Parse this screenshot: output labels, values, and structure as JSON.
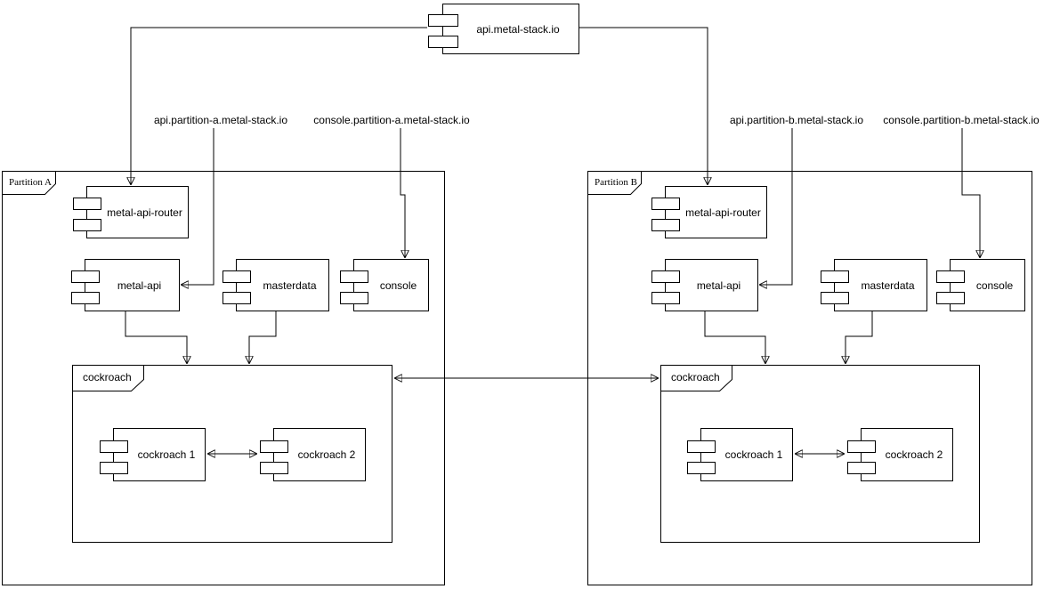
{
  "root_component": {
    "label": "api.metal-stack.io"
  },
  "dns_labels": {
    "api_a": "api.partition-a.metal-stack.io",
    "console_a": "console.partition-a.metal-stack.io",
    "api_b": "api.partition-b.metal-stack.io",
    "console_b": "console.partition-b.metal-stack.io"
  },
  "partitions": {
    "a": {
      "label": "Partition A",
      "router": "metal-api-router",
      "api": "metal-api",
      "masterdata": "masterdata",
      "console": "console",
      "cockroach": {
        "label": "cockroach",
        "node1": "cockroach 1",
        "node2": "cockroach 2"
      }
    },
    "b": {
      "label": "Partition B",
      "router": "metal-api-router",
      "api": "metal-api",
      "masterdata": "masterdata",
      "console": "console",
      "cockroach": {
        "label": "cockroach",
        "node1": "cockroach 1",
        "node2": "cockroach 2"
      }
    }
  },
  "edges": [
    {
      "from": "api.metal-stack.io",
      "to": "metal-api-router (Partition A)",
      "type": "arrow"
    },
    {
      "from": "api.metal-stack.io",
      "to": "metal-api-router (Partition B)",
      "type": "arrow"
    },
    {
      "from": "api.partition-a.metal-stack.io",
      "to": "metal-api (Partition A)",
      "type": "arrow"
    },
    {
      "from": "console.partition-a.metal-stack.io",
      "to": "console (Partition A)",
      "type": "arrow"
    },
    {
      "from": "api.partition-b.metal-stack.io",
      "to": "metal-api (Partition B)",
      "type": "arrow"
    },
    {
      "from": "console.partition-b.metal-stack.io",
      "to": "console (Partition B)",
      "type": "arrow"
    },
    {
      "from": "metal-api (Partition A)",
      "to": "cockroach (Partition A)",
      "type": "arrow"
    },
    {
      "from": "masterdata (Partition A)",
      "to": "cockroach (Partition A)",
      "type": "arrow"
    },
    {
      "from": "metal-api (Partition B)",
      "to": "cockroach (Partition B)",
      "type": "arrow"
    },
    {
      "from": "masterdata (Partition B)",
      "to": "cockroach (Partition B)",
      "type": "arrow"
    },
    {
      "from": "cockroach (Partition A)",
      "to": "cockroach (Partition B)",
      "type": "double-arrow"
    },
    {
      "from": "cockroach 1 (Partition A)",
      "to": "cockroach 2 (Partition A)",
      "type": "double-arrow"
    },
    {
      "from": "cockroach 1 (Partition B)",
      "to": "cockroach 2 (Partition B)",
      "type": "double-arrow"
    }
  ],
  "colors": {
    "stroke": "#000000",
    "background": "#ffffff"
  }
}
